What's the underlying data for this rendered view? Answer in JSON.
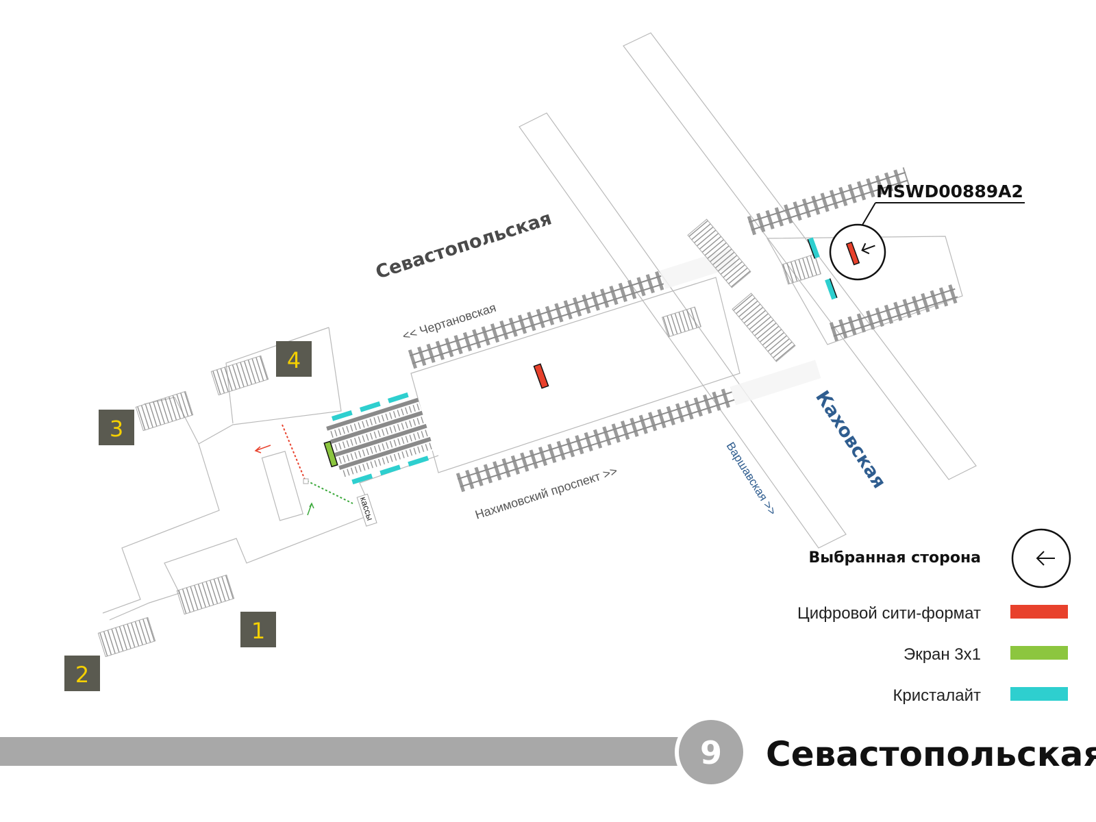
{
  "map": {
    "station_label": "Севастопольская",
    "transfer_label": "Каховская",
    "direction_labels": {
      "chertanovskaya": "<< Чертановская",
      "nakhimovsky": "Нахимовский проспект >>",
      "varshavskaya": "Варшавская >>"
    },
    "kassy_label": "кассы",
    "selected_code": "MSWD00889A2",
    "exits": [
      {
        "number": "1"
      },
      {
        "number": "2"
      },
      {
        "number": "3"
      },
      {
        "number": "4"
      }
    ],
    "colors": {
      "digital_cityformat": "#e8412c",
      "screen_3x1": "#8cc63f",
      "crystalight": "#2ecfcf",
      "exit_box": "#5a5a50",
      "exit_text": "#f5d000",
      "footer_bar": "#a8a8a8"
    }
  },
  "legend": {
    "title": "Выбранная сторона",
    "items": [
      {
        "label": "Цифровой сити-формат",
        "color": "#e8412c"
      },
      {
        "label": "Экран 3х1",
        "color": "#8cc63f"
      },
      {
        "label": "Кристалайт",
        "color": "#2ecfcf"
      }
    ]
  },
  "footer": {
    "line_number": "9",
    "station_title": "Севастопольская"
  }
}
